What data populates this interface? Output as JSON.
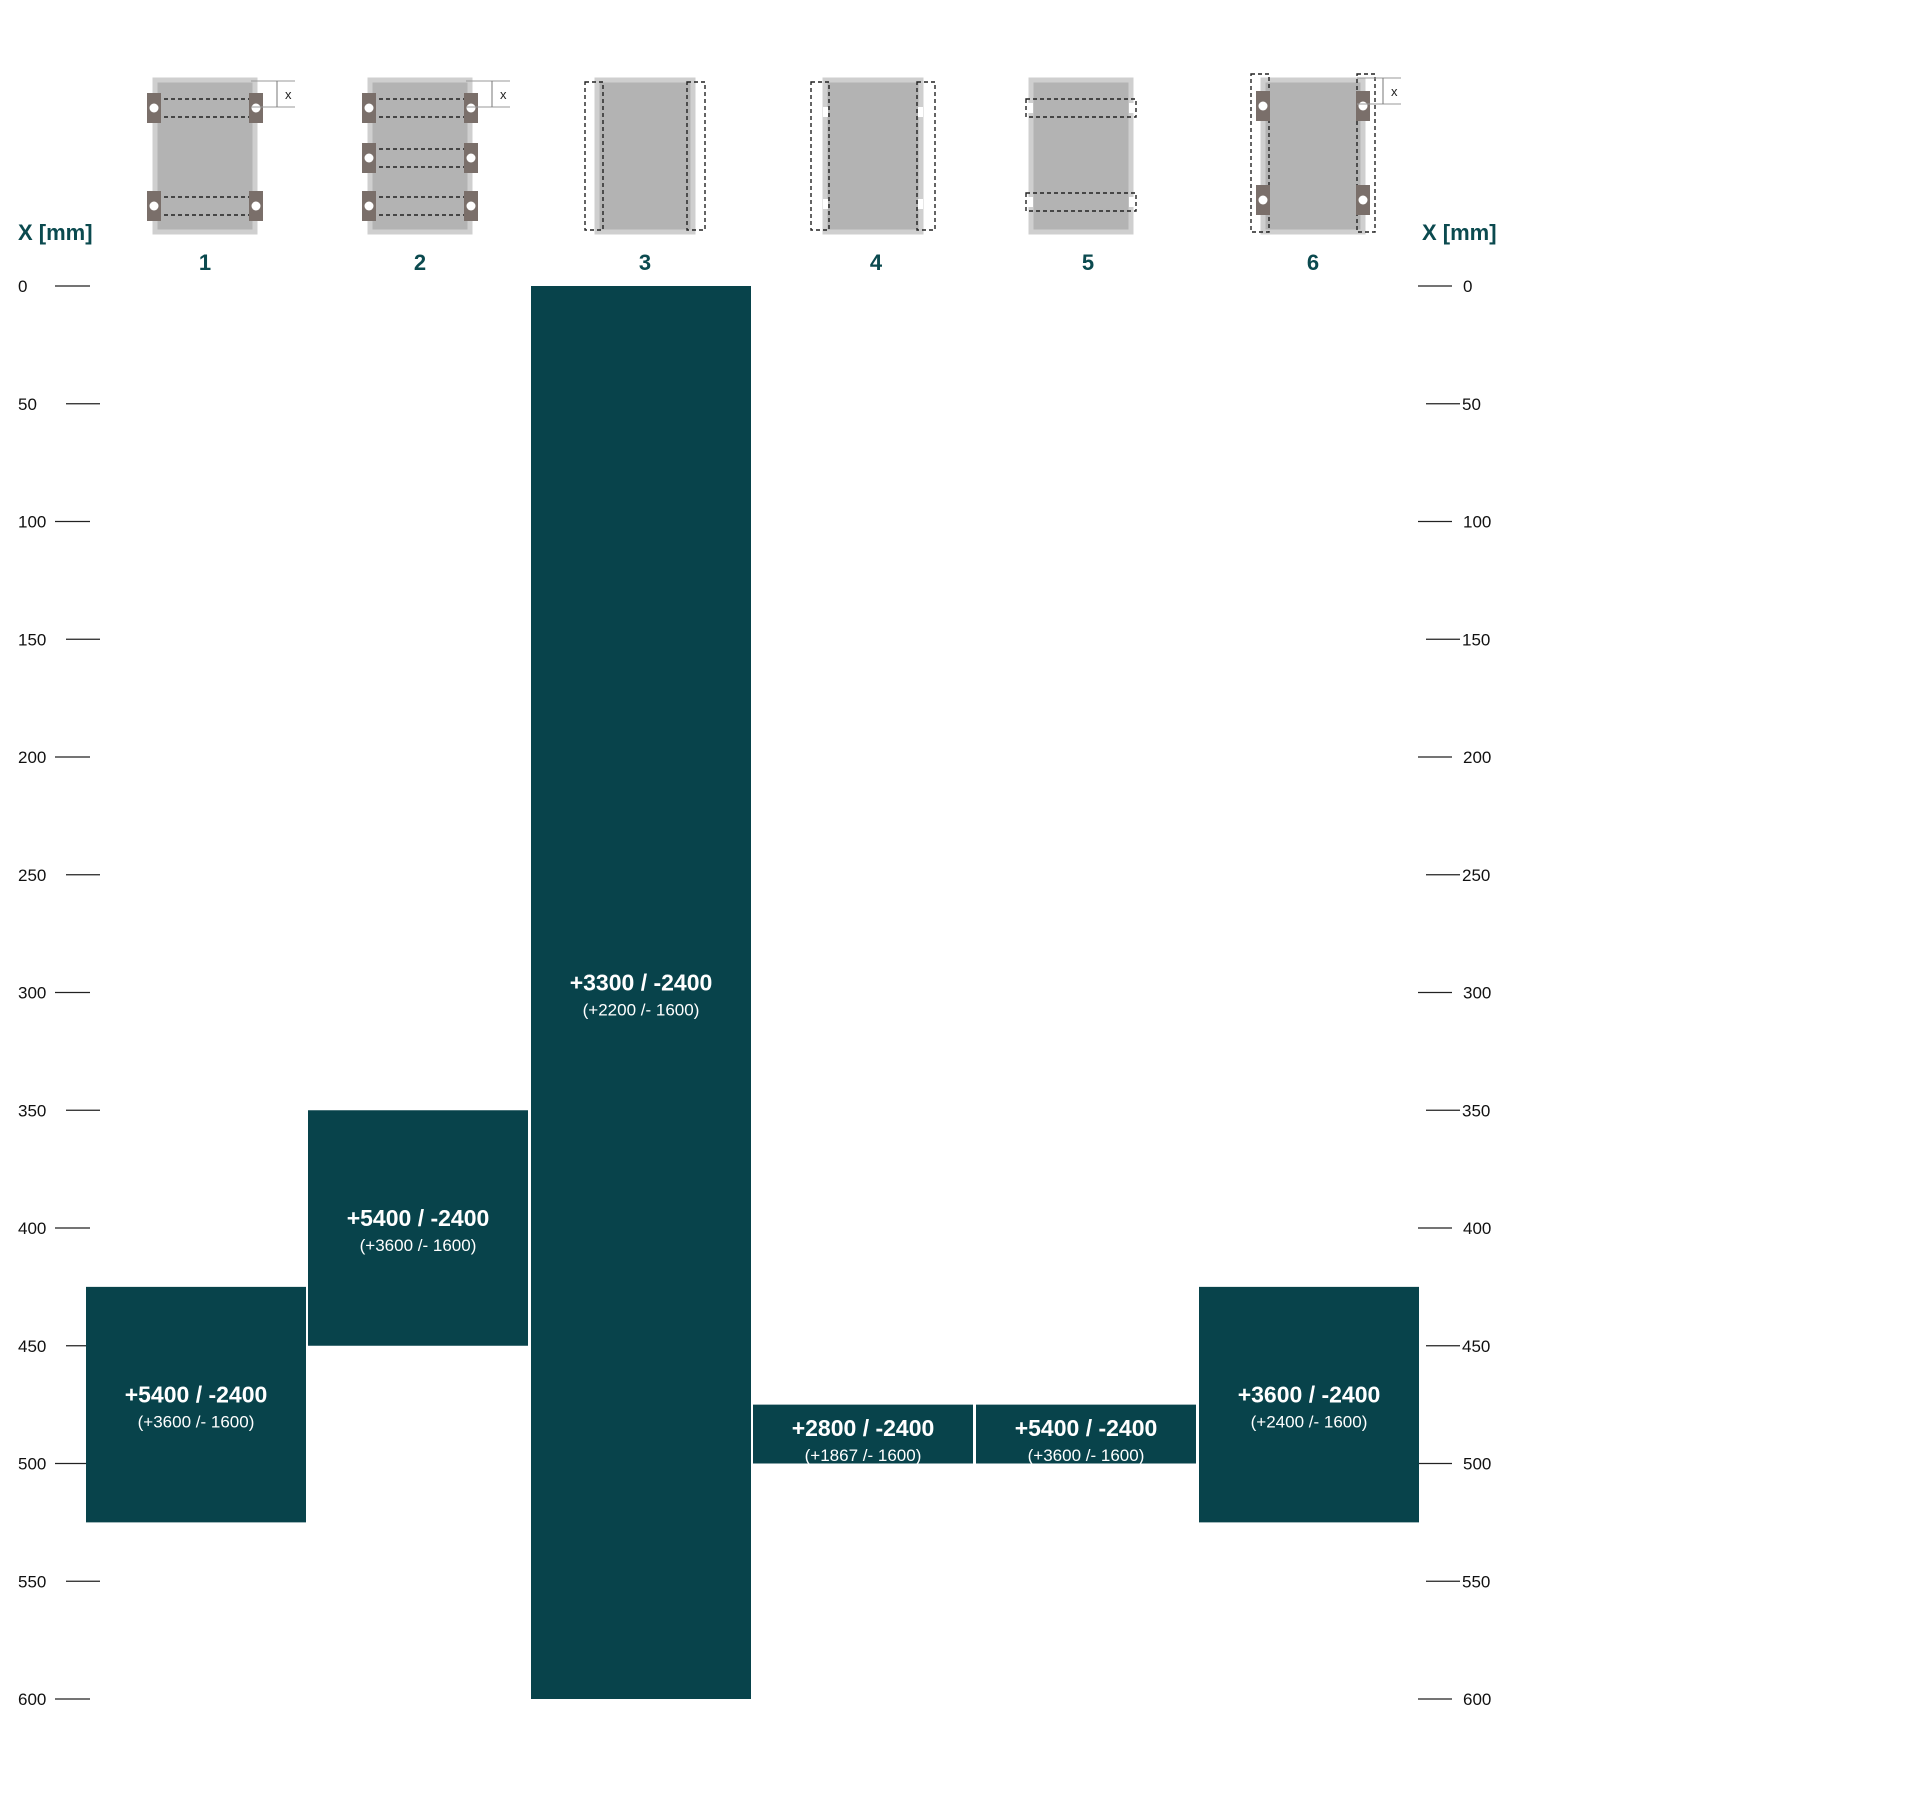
{
  "chart_data": {
    "type": "bar",
    "axis_title_left": "X [mm]",
    "axis_title_right": "X [mm]",
    "yticks": [
      0,
      50,
      100,
      150,
      200,
      250,
      300,
      350,
      400,
      450,
      500,
      550,
      600
    ],
    "ylim": [
      0,
      600
    ],
    "y_inverted": true,
    "grid": false,
    "colors": {
      "bar": "#08434b",
      "icon_fill": "#b3b3b3",
      "icon_border": "#cfcfcf",
      "clamp": "#7a6f6a",
      "label": "#0b4a4f"
    },
    "categories": [
      "1",
      "2",
      "3",
      "4",
      "5",
      "6"
    ],
    "bars": [
      {
        "category": "1",
        "x_from": 425,
        "x_to": 525,
        "value": "+5400 / -2400",
        "sub": "(+3600 /- 1600)",
        "icon": "two-clamp-pairs-with-x"
      },
      {
        "category": "2",
        "x_from": 350,
        "x_to": 450,
        "value": "+5400 / -2400",
        "sub": "(+3600 /- 1600)",
        "icon": "three-clamp-pairs-with-x"
      },
      {
        "category": "3",
        "x_from": 0,
        "x_to": 600,
        "value": "+3300 / -2400",
        "sub": "(+2200 /- 1600)",
        "icon": "long-side-dashed-supports"
      },
      {
        "category": "4",
        "x_from": 475,
        "x_to": 500,
        "value": "+2800 / -2400",
        "sub": "(+1867 /- 1600)",
        "icon": "long-side-dashed-supports-with-notches"
      },
      {
        "category": "5",
        "x_from": 475,
        "x_to": 500,
        "value": "+5400 / -2400",
        "sub": "(+3600 /- 1600)",
        "icon": "short-side-dashed-supports"
      },
      {
        "category": "6",
        "x_from": 425,
        "x_to": 525,
        "value": "+3600 / -2400",
        "sub": "(+2400 /- 1600)",
        "icon": "clamps-with-long-side-supports-with-x"
      }
    ],
    "icon_annotation": "x"
  }
}
